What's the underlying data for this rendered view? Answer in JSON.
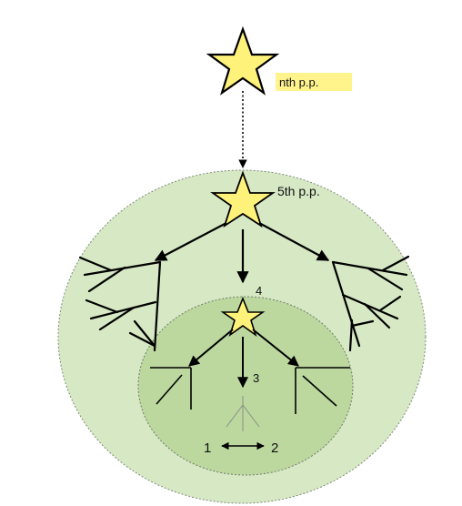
{
  "labels": {
    "nth": "nth p.p.",
    "fifth": "5th p.p.",
    "four": "4",
    "three": "3",
    "one": "1",
    "two": "2"
  },
  "colors": {
    "outer_fill": "#d7e8c4",
    "inner_fill": "#bcd89f",
    "star_fill": "#fff27a",
    "highlight": "#fff38c",
    "line": "#000000",
    "faint_line": "#8a8f86"
  },
  "icons": [
    "star-icon",
    "arrow-icon",
    "double-arrow-icon"
  ]
}
